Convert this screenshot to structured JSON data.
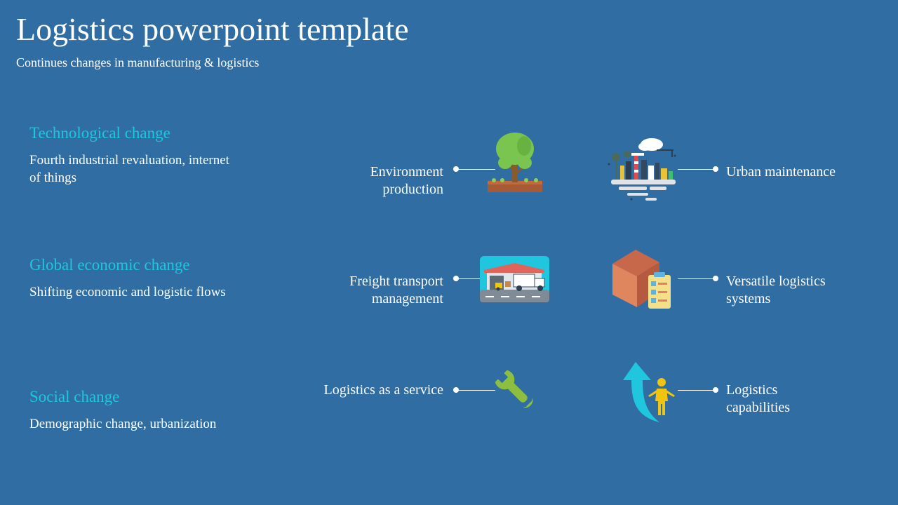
{
  "slide": {
    "title": "Logistics powerpoint template",
    "subtitle": "Continues changes in manufacturing & logistics"
  },
  "categories": [
    {
      "title": "Technological change",
      "description": "Fourth industrial revaluation, internet of things"
    },
    {
      "title": "Global economic  change",
      "description": "Shifting economic and logistic flows"
    },
    {
      "title": "Social change",
      "description": "Demographic change, urbanization"
    }
  ],
  "items": [
    {
      "label": "Environment\nproduction",
      "icon": "tree-icon"
    },
    {
      "label": "Urban maintenance",
      "icon": "city-icon"
    },
    {
      "label": "Freight transport\nmanagement",
      "icon": "warehouse-truck-icon"
    },
    {
      "label": "Versatile logistics\nsystems",
      "icon": "box-checklist-icon"
    },
    {
      "label": "Logistics as a service",
      "icon": "wrench-icon"
    },
    {
      "label": "Logistics\n capabilities",
      "icon": "person-arrow-icon"
    }
  ],
  "colors": {
    "background": "#2f6da3",
    "accent": "#1fc6dd",
    "text": "#ffffff"
  }
}
